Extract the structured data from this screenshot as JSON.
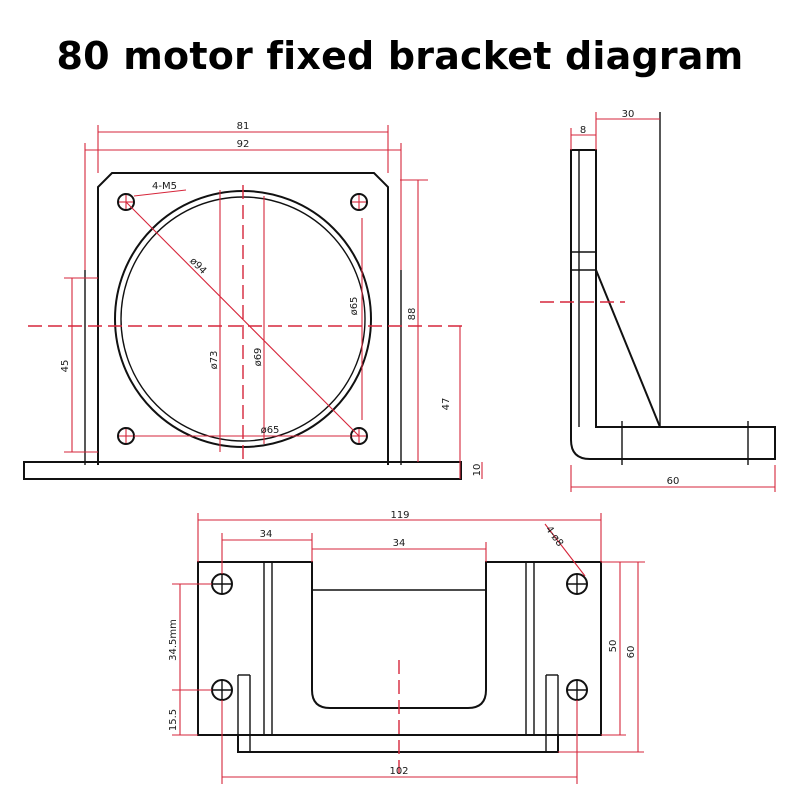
{
  "title": "80 motor fixed bracket diagram",
  "colors": {
    "outline": "#111111",
    "dimension": "#d6263b",
    "background": "#ffffff"
  },
  "front": {
    "w81": "81",
    "w92": "92",
    "hole_label": "4-M5",
    "d94": "ø94",
    "d65a": "ø65",
    "d73": "ø73",
    "d69": "ø69",
    "d65b": "ø65",
    "h88": "88",
    "h45": "45",
    "h47": "47",
    "h10": "10"
  },
  "side": {
    "w8": "8",
    "w30": "30",
    "w60": "60"
  },
  "top": {
    "w119": "119",
    "w34a": "34",
    "w34b": "34",
    "hole_label": "4-ø8",
    "h345": "34.5mm",
    "h155": "15.5",
    "h50": "50",
    "h60": "60",
    "w102": "102"
  }
}
